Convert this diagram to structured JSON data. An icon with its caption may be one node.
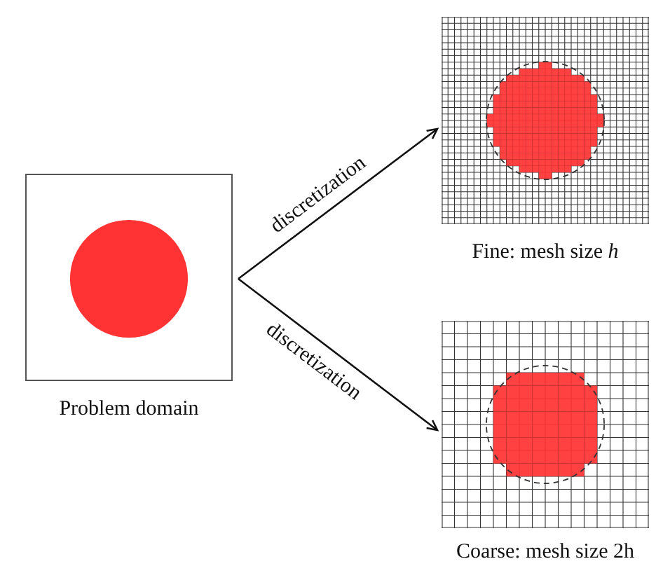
{
  "diagram": {
    "nodes": [
      {
        "text": [
          "Problem domain"
        ]
      },
      {
        "text": [
          "Fine: mesh size *h*"
        ]
      },
      {
        "text": [
          "Coarse: mesh size 2h"
        ]
      }
    ],
    "edges": [
      {
        "from": 0,
        "to": 1,
        "arrow": "to",
        "label": "discretization"
      },
      {
        "from": 0,
        "to": 2,
        "arrow": "to",
        "label": "discretization"
      }
    ]
  }
}
